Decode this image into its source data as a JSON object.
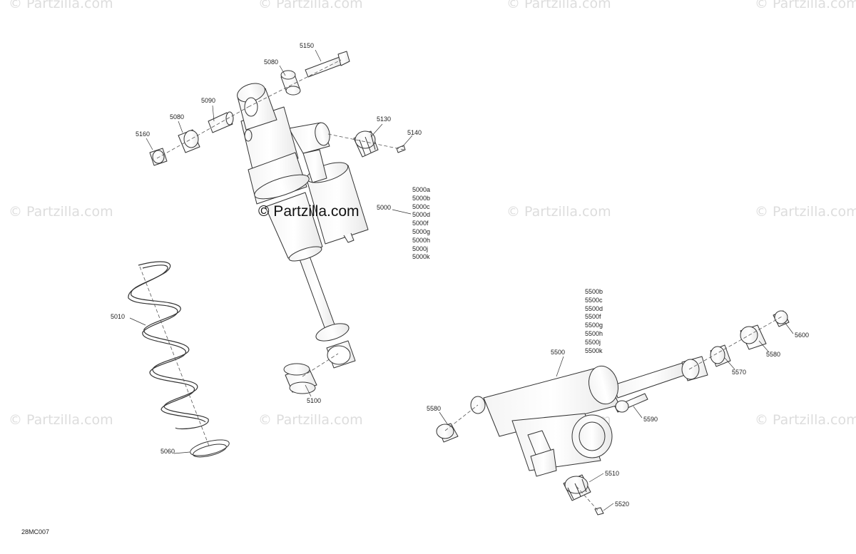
{
  "watermark": "© Partzilla.com",
  "brand": "© Partzilla.com",
  "figure_code": "28MC007",
  "callouts": {
    "c5150": "5150",
    "c5080_top": "5080",
    "c5090": "5090",
    "c5080_left": "5080",
    "c5160": "5160",
    "c5130": "5130",
    "c5140": "5140",
    "c5000": "5000",
    "c5010": "5010",
    "c5100": "5100",
    "c5060": "5060",
    "c5500": "5500",
    "c5580_left": "5580",
    "c5590": "5590",
    "c5570": "5570",
    "c5580_right": "5580",
    "c5600": "5600",
    "c5510": "5510",
    "c5520": "5520"
  },
  "variants_5000": [
    "5000a",
    "5000b",
    "5000c",
    "5000d",
    "5000f",
    "5000g",
    "5000h",
    "5000j",
    "5000k"
  ],
  "variants_5500": [
    "5500b",
    "5500c",
    "5500d",
    "5500f",
    "5500g",
    "5500h",
    "5500j",
    "5500k"
  ]
}
